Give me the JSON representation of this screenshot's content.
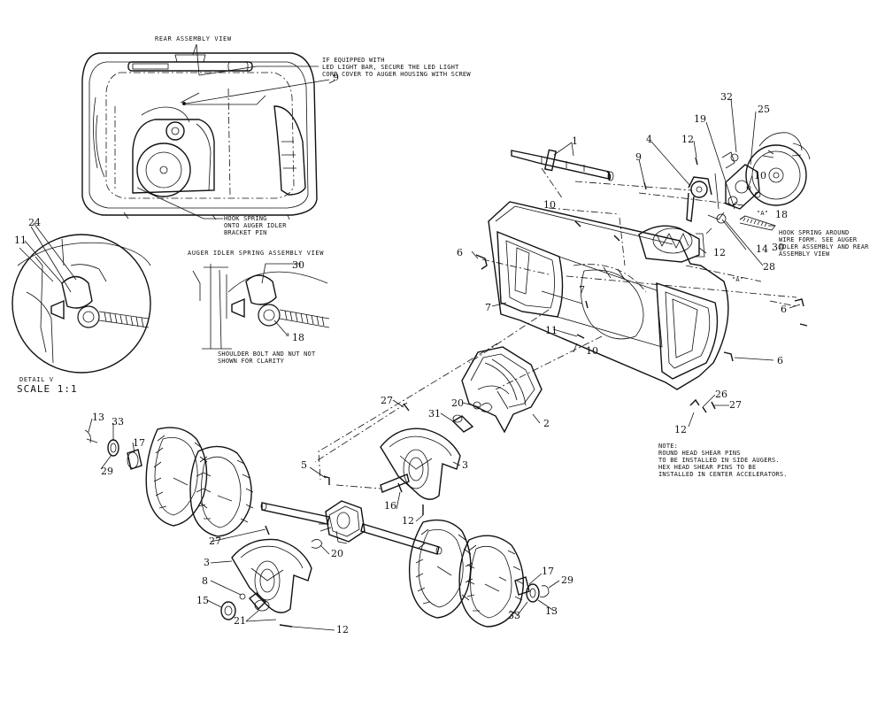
{
  "views": {
    "rear_assembly": "REAR ASSEMBLY VIEW",
    "auger_idler_spring": "AUGER IDLER SPRING ASSEMBLY VIEW",
    "detail_v": "DETAIL V",
    "detail_scale": "SCALE 1:1"
  },
  "notes": {
    "led": "IF EQUIPPED WITH\nLED LIGHT BAR, SECURE THE LED LIGHT\nCORD COVER TO AUGER HOUSING WITH SCREW",
    "hook_pin": "HOOK SPRING\nONTO AUGER IDLER\nBRACKET PIN",
    "shoulder": "SHOULDER BOLT AND NUT NOT\nSHOWN FOR CLARITY",
    "hook_wire": "HOOK SPRING AROUND\nWIRE FORM. SEE AUGER\nIDLER ASSEMBLY AND REAR\nASSEMBLY VIEW",
    "shear": "NOTE:\nROUND HEAD SHEAR PINS\nTO BE INSTALLED IN SIDE AUGERS.\nHEX HEAD SHEAR PINS TO BE\nINSTALLED IN CENTER ACCELERATORS.",
    "a1": "\"A\"",
    "a2": "\"A\""
  },
  "callouts": [
    "9",
    "24",
    "11",
    "30",
    "18",
    "1",
    "9",
    "12",
    "4",
    "19",
    "32",
    "25",
    "10",
    "10",
    "18",
    "30",
    "14",
    "28",
    "12",
    "6",
    "7",
    "7",
    "11",
    "10",
    "6",
    "6",
    "2",
    "27",
    "20",
    "31",
    "26",
    "27",
    "12",
    "13",
    "33",
    "17",
    "29",
    "5",
    "3",
    "16",
    "12",
    "27",
    "20",
    "3",
    "8",
    "15",
    "21",
    "12",
    "17",
    "29",
    "13",
    "33"
  ]
}
